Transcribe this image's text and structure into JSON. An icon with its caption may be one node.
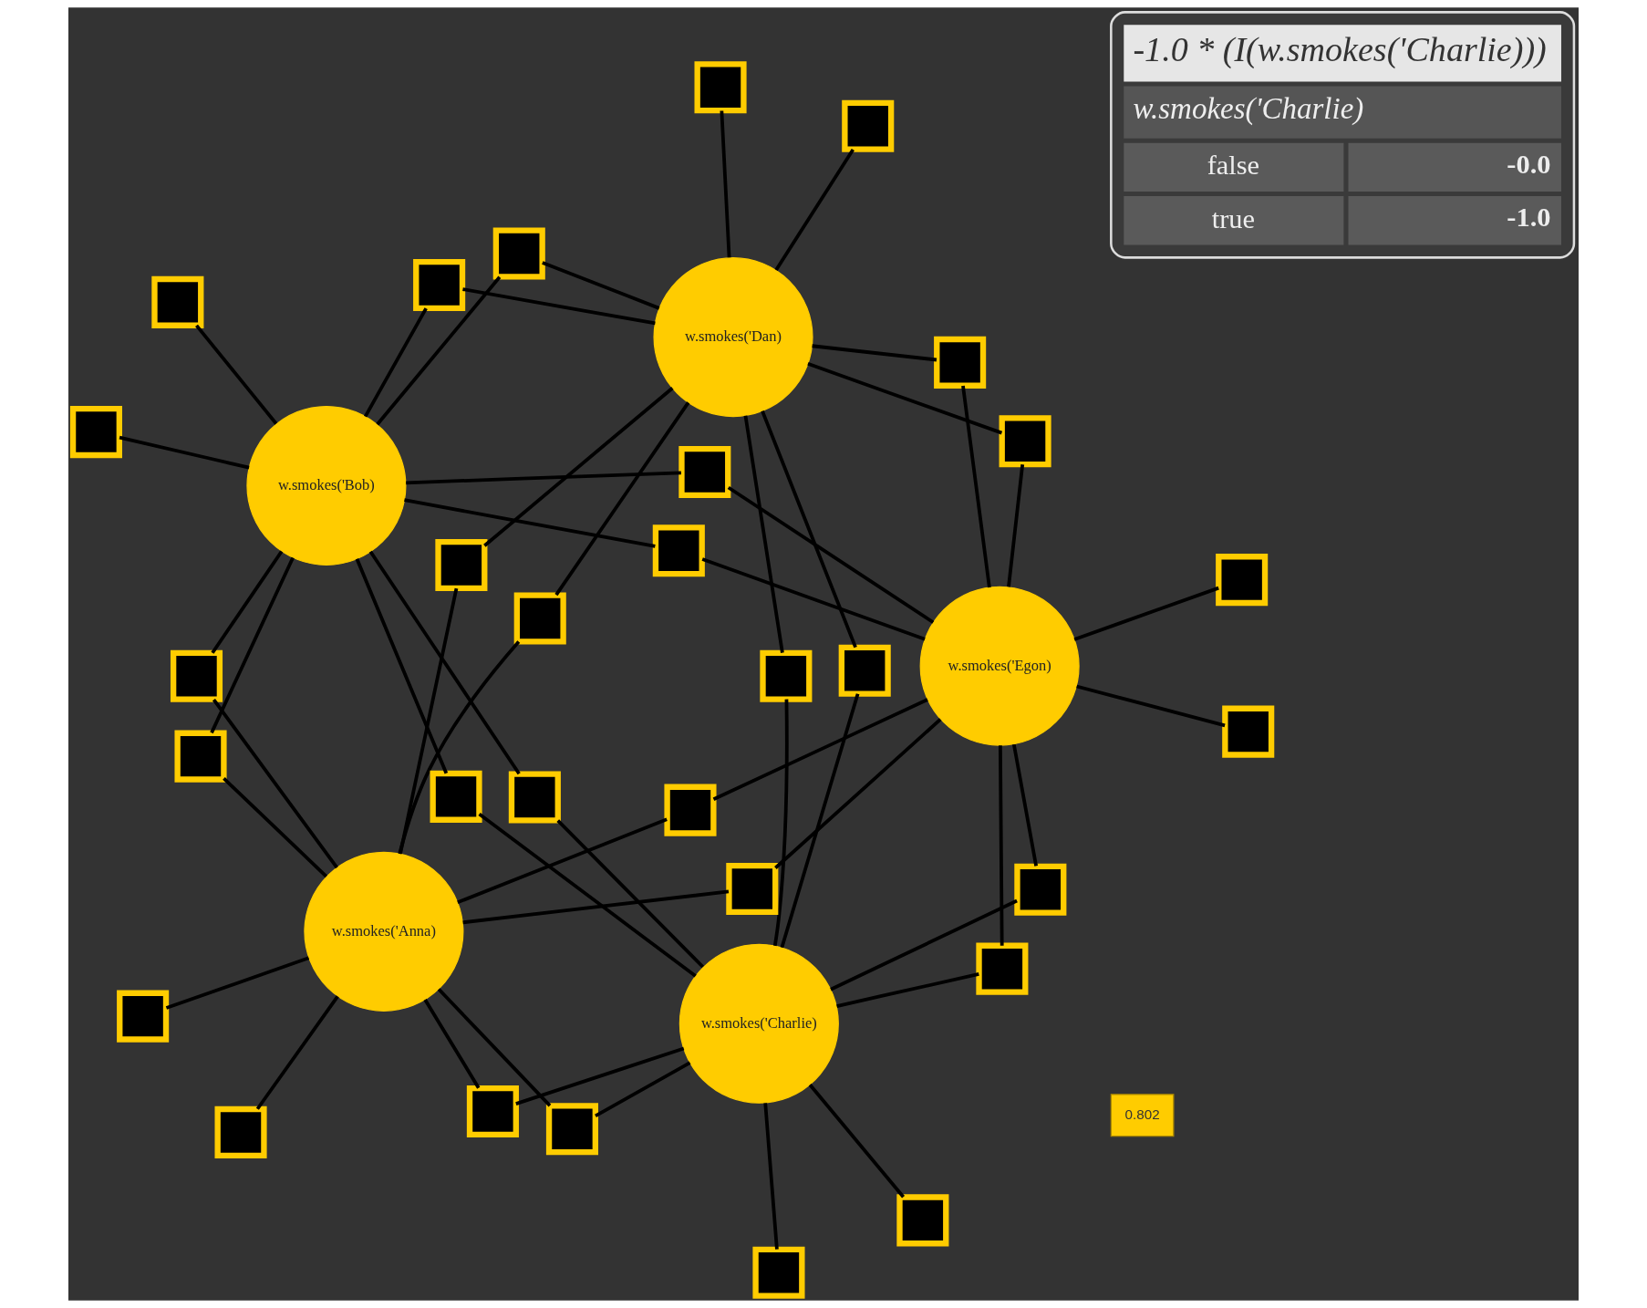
{
  "diagram": {
    "nodes": [
      {
        "text": [
          "w.smokes('Anna)"
        ]
      },
      {
        "text": [
          "w.smokes('Egon)"
        ]
      },
      {
        "text": [
          "w.smokes('Bob)"
        ]
      },
      {
        "text": [
          "w.smokes('Dan)"
        ]
      },
      {
        "text": [
          "w.smokes('Charlie)"
        ]
      },
      {
        "text": [],
        "shape": "box"
      },
      {
        "text": [],
        "shape": "box"
      },
      {
        "text": [],
        "shape": "box"
      },
      {
        "text": [],
        "shape": "box"
      },
      {
        "text": [],
        "shape": "box"
      },
      {
        "text": [],
        "shape": "box"
      },
      {
        "text": [],
        "shape": "box"
      },
      {
        "text": [],
        "shape": "box"
      },
      {
        "text": [],
        "shape": "box"
      },
      {
        "text": [],
        "shape": "box"
      },
      {
        "text": [],
        "shape": "box"
      },
      {
        "text": [],
        "shape": "box"
      },
      {
        "text": [],
        "shape": "box"
      },
      {
        "text": [],
        "shape": "box"
      },
      {
        "text": [],
        "shape": "box"
      },
      {
        "text": [],
        "shape": "box"
      },
      {
        "text": [],
        "shape": "box"
      },
      {
        "text": [],
        "shape": "box"
      },
      {
        "text": [],
        "shape": "box"
      },
      {
        "text": [],
        "shape": "box"
      },
      {
        "text": [],
        "shape": "box"
      },
      {
        "text": [],
        "shape": "box"
      },
      {
        "text": [],
        "shape": "box"
      },
      {
        "text": [],
        "shape": "box"
      },
      {
        "text": [],
        "shape": "box"
      },
      {
        "text": [],
        "shape": "box"
      },
      {
        "text": [],
        "shape": "box"
      },
      {
        "text": [],
        "shape": "box"
      },
      {
        "text": [],
        "shape": "box"
      },
      {
        "text": [],
        "shape": "box"
      },
      {
        "text": [
          "-1.0 * (I(w.smokes('Charlie)))",
          "w.smokes('Charlie)",
          "false",
          "-0.0",
          "true",
          "-1.0"
        ]
      },
      {
        "text": [
          "0.802"
        ]
      }
    ],
    "edges": [
      {
        "from": 5,
        "to": 4,
        "arrow": "none"
      },
      {
        "from": 6,
        "to": 0,
        "arrow": "none"
      },
      {
        "from": 7,
        "to": 4,
        "arrow": "none"
      },
      {
        "from": 8,
        "to": 0,
        "arrow": "none"
      },
      {
        "from": 8,
        "to": 4,
        "arrow": "none"
      },
      {
        "from": 9,
        "to": 0,
        "arrow": "none"
      },
      {
        "from": 10,
        "to": 0,
        "arrow": "none"
      },
      {
        "from": 10,
        "to": 4,
        "arrow": "none"
      },
      {
        "from": 11,
        "to": 0,
        "arrow": "none"
      },
      {
        "from": 11,
        "to": 3,
        "arrow": "none"
      },
      {
        "from": 12,
        "to": 4,
        "arrow": "none"
      },
      {
        "from": 12,
        "to": 3,
        "arrow": "none"
      },
      {
        "from": 13,
        "to": 1,
        "arrow": "none"
      },
      {
        "from": 13,
        "to": 4,
        "arrow": "none"
      },
      {
        "from": 14,
        "to": 4,
        "arrow": "none"
      },
      {
        "from": 14,
        "to": 3,
        "arrow": "none"
      },
      {
        "from": 15,
        "to": 0,
        "arrow": "none"
      },
      {
        "from": 15,
        "to": 1,
        "arrow": "none"
      },
      {
        "from": 16,
        "to": 0,
        "arrow": "none"
      },
      {
        "from": 16,
        "to": 3,
        "arrow": "none"
      },
      {
        "from": 17,
        "to": 1,
        "arrow": "none"
      },
      {
        "from": 17,
        "to": 4,
        "arrow": "none"
      },
      {
        "from": 18,
        "to": 0,
        "arrow": "none"
      },
      {
        "from": 18,
        "to": 1,
        "arrow": "none"
      },
      {
        "from": 19,
        "to": 4,
        "arrow": "none"
      },
      {
        "from": 19,
        "to": 2,
        "arrow": "none"
      },
      {
        "from": 20,
        "to": 4,
        "arrow": "none"
      },
      {
        "from": 20,
        "to": 2,
        "arrow": "none"
      },
      {
        "from": 21,
        "to": 0,
        "arrow": "none"
      },
      {
        "from": 21,
        "to": 2,
        "arrow": "none"
      },
      {
        "from": 22,
        "to": 0,
        "arrow": "none"
      },
      {
        "from": 22,
        "to": 2,
        "arrow": "none"
      },
      {
        "from": 23,
        "to": 3,
        "arrow": "none"
      },
      {
        "from": 24,
        "to": 1,
        "arrow": "none"
      },
      {
        "from": 24,
        "to": 3,
        "arrow": "none"
      },
      {
        "from": 25,
        "to": 1,
        "arrow": "none"
      },
      {
        "from": 26,
        "to": 1,
        "arrow": "none"
      },
      {
        "from": 26,
        "to": 3,
        "arrow": "none"
      },
      {
        "from": 27,
        "to": 3,
        "arrow": "none"
      },
      {
        "from": 28,
        "to": 2,
        "arrow": "none"
      },
      {
        "from": 28,
        "to": 3,
        "arrow": "none"
      },
      {
        "from": 29,
        "to": 1,
        "arrow": "none"
      },
      {
        "from": 30,
        "to": 1,
        "arrow": "none"
      },
      {
        "from": 30,
        "to": 2,
        "arrow": "none"
      },
      {
        "from": 31,
        "to": 2,
        "arrow": "none"
      },
      {
        "from": 31,
        "to": 3,
        "arrow": "none"
      },
      {
        "from": 32,
        "to": 1,
        "arrow": "none"
      },
      {
        "from": 32,
        "to": 2,
        "arrow": "none"
      },
      {
        "from": 33,
        "to": 2,
        "arrow": "none"
      },
      {
        "from": 34,
        "to": 2,
        "arrow": "none"
      }
    ]
  }
}
